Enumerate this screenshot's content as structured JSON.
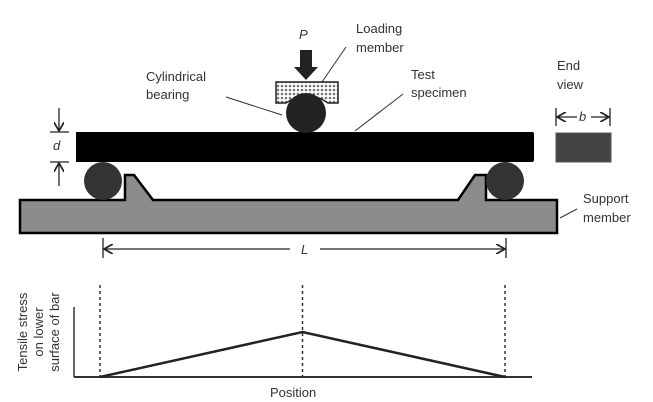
{
  "labels": {
    "load": "P",
    "loading_member": [
      "Loading",
      "member"
    ],
    "cylindrical_bearing": [
      "Cylindrical",
      "bearing"
    ],
    "test_specimen": [
      "Test",
      "specimen"
    ],
    "end_view": [
      "End",
      "view"
    ],
    "width": "b",
    "depth": "d",
    "span": "L",
    "support_member": [
      "Support",
      "member"
    ]
  },
  "colors": {
    "specimen": "#000000",
    "bearing": "#333333",
    "support": "#8c8c8c",
    "end_view": "#444444",
    "line": "#222222"
  },
  "chart_data": {
    "type": "line",
    "title": "",
    "xlabel": "Position",
    "ylabel": "Tensile stress on lower surface of bar",
    "x": [
      0,
      0.5,
      1
    ],
    "y": [
      0,
      1,
      0
    ],
    "reference_lines_x": [
      0,
      0.5,
      1
    ],
    "xlim": [
      0,
      1
    ],
    "ylim": [
      0,
      2
    ],
    "grid": false
  }
}
